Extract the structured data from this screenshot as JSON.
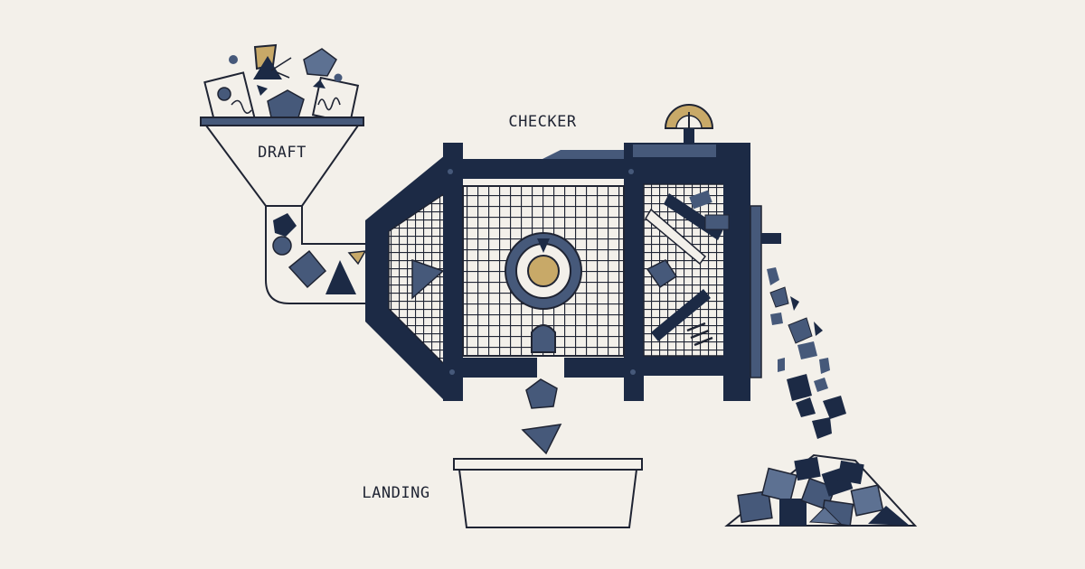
{
  "labels": {
    "draft": "DRAFT",
    "checker": "CHECKER",
    "landing": "LANDING"
  },
  "colors": {
    "background": "#f3f0ea",
    "navy": "#1c2a45",
    "steel": "#46597a",
    "slate": "#5d7192",
    "gold": "#c8a968",
    "outline": "#1f2433"
  },
  "icons": [
    "funnel-icon",
    "sieve-machine-icon",
    "gauge-icon",
    "landing-tray-icon",
    "scrap-pile-icon"
  ]
}
